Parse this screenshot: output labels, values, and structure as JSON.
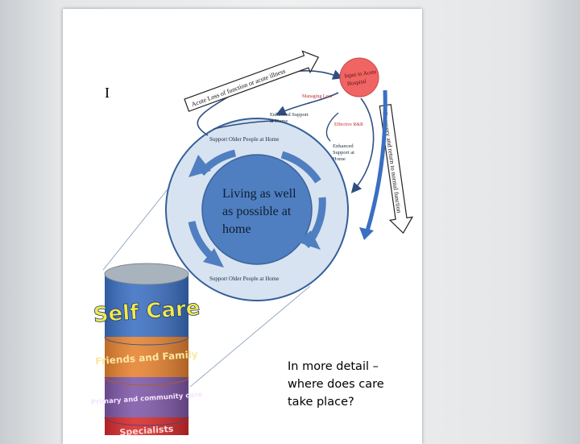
{
  "diagram": {
    "cursor_glyph": "I",
    "arrow_acute": "Acute Loss of function or acute illness",
    "hospital": [
      "Input in Acute",
      "Hospital"
    ],
    "managing_loss": "Managing Loss",
    "recovery": "Recovery and return to normal function",
    "enhanced_support_top": [
      "Enhanced Support",
      "at Home"
    ],
    "effective": "Effective R&R",
    "enhanced_support_right": [
      "Enhanced",
      "Support at",
      "Home"
    ],
    "support_top": "Support Older People at Home",
    "support_bottom": "Support Older People at Home",
    "center": [
      "Living as well",
      "as possible at",
      "home"
    ],
    "tiers": [
      "Self Care",
      "Friends and Family",
      "Primary and community care",
      "Specialists"
    ],
    "colors": {
      "circle_outer": "#d8e3f1",
      "circle_inner": "#4f7fc0",
      "hospital": "#f06464",
      "tier_self_care": "#3b6fc2",
      "tier_friends": "#e7822f",
      "tier_primary": "#7e57a8",
      "tier_specialists": "#d62a2a"
    }
  },
  "caption": [
    "In more detail –",
    "where does care",
    "take place?"
  ]
}
